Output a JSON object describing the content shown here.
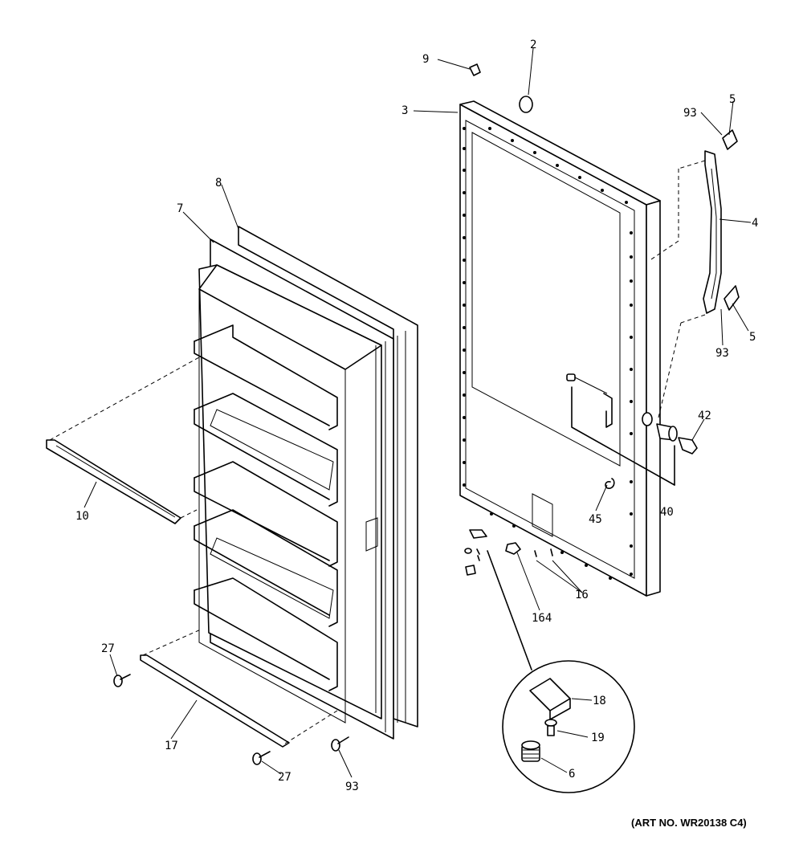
{
  "callouts": [
    {
      "id": "c9",
      "text": "9"
    },
    {
      "id": "c2",
      "text": "2"
    },
    {
      "id": "c3",
      "text": "3"
    },
    {
      "id": "c93a",
      "text": "93"
    },
    {
      "id": "c5a",
      "text": "5"
    },
    {
      "id": "c4",
      "text": "4"
    },
    {
      "id": "c5b",
      "text": "5"
    },
    {
      "id": "c93b",
      "text": "93"
    },
    {
      "id": "c42",
      "text": "42"
    },
    {
      "id": "c40",
      "text": "40"
    },
    {
      "id": "c45",
      "text": "45"
    },
    {
      "id": "c16",
      "text": "16"
    },
    {
      "id": "c164",
      "text": "164"
    },
    {
      "id": "c8",
      "text": "8"
    },
    {
      "id": "c7",
      "text": "7"
    },
    {
      "id": "c10",
      "text": "10"
    },
    {
      "id": "c27a",
      "text": "27"
    },
    {
      "id": "c17",
      "text": "17"
    },
    {
      "id": "c27b",
      "text": "27"
    },
    {
      "id": "c93c",
      "text": "93"
    },
    {
      "id": "c18",
      "text": "18"
    },
    {
      "id": "c19",
      "text": "19"
    },
    {
      "id": "c6",
      "text": "6"
    }
  ],
  "art_number": "(ART NO. WR20138 C4)"
}
